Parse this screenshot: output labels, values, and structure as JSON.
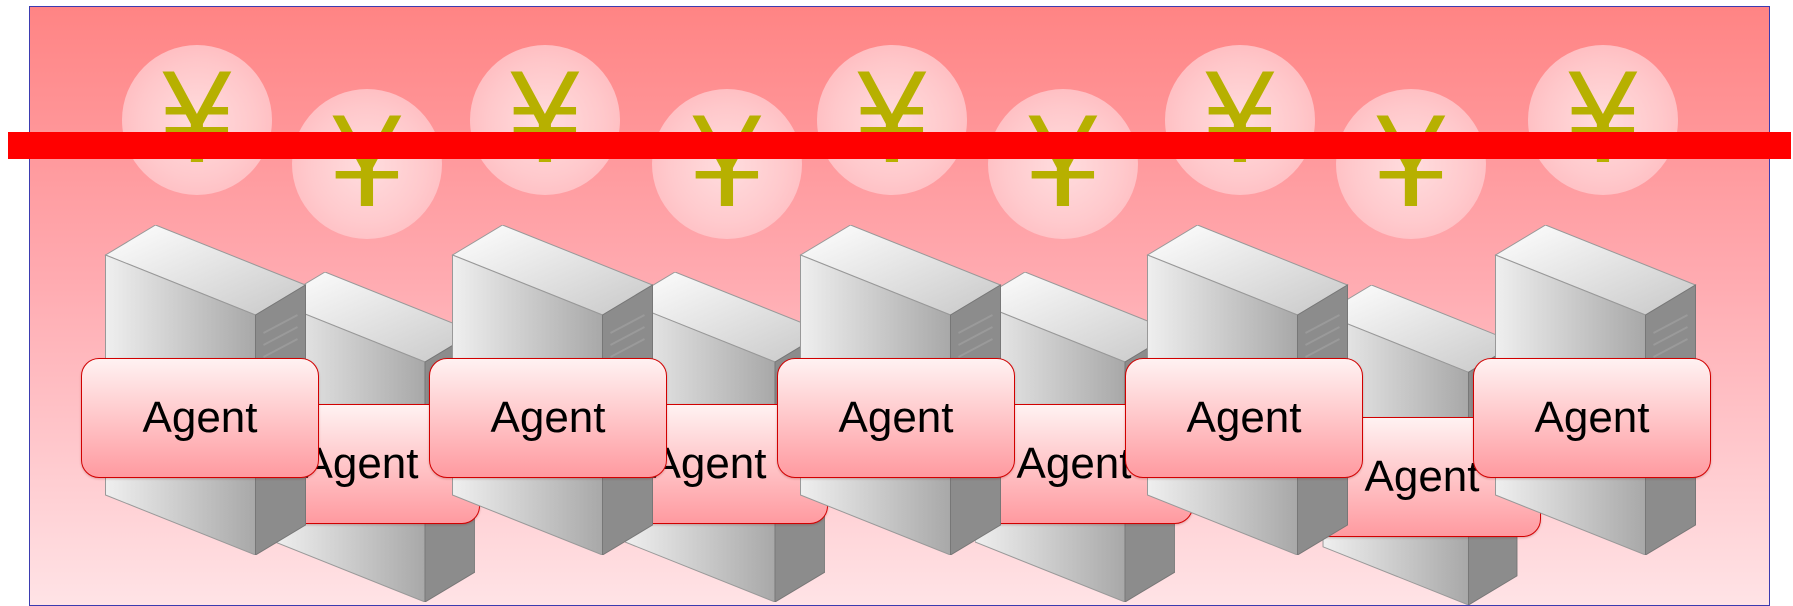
{
  "currency_symbol": "¥",
  "agents": [
    {
      "label": "Agent"
    },
    {
      "label": "Agent"
    },
    {
      "label": "Agent"
    },
    {
      "label": "Agent"
    },
    {
      "label": "Agent"
    },
    {
      "label": "Agent"
    },
    {
      "label": "Agent"
    },
    {
      "label": "Agent"
    },
    {
      "label": "Agent"
    }
  ],
  "colors": {
    "strike_line": "#ff0000",
    "yen": "#b7b000",
    "agent_border": "#d10000",
    "panel_border": "#3b3bb0"
  }
}
